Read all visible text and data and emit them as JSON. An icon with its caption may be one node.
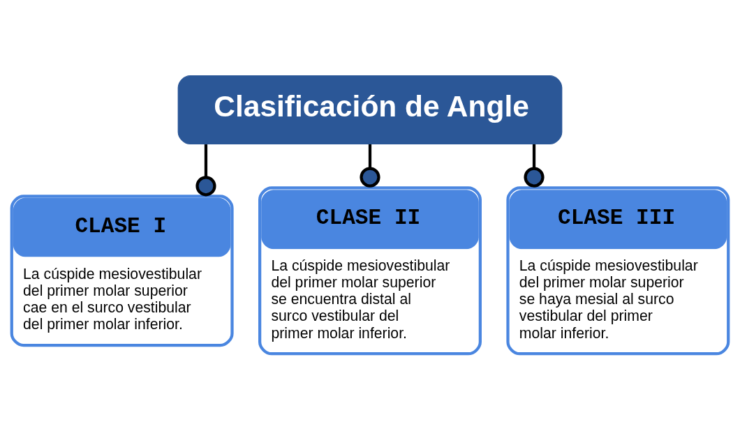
{
  "diagram": {
    "nodes": [
      {
        "text": [
          "Clasificación de Angle"
        ]
      },
      {
        "text": [
          "CLASE I",
          "La cúspide mesiovestibular del primer molar superior cae en el surco vestibular del primer molar inferior."
        ]
      },
      {
        "text": [
          "CLASE II",
          "La cúspide mesiovestibular del primer molar superior se encuentra distal al surco vestibular del primer molar inferior."
        ]
      },
      {
        "text": [
          "CLASE III",
          "La cúspide mesiovestibular del primer molar superior se haya mesial al surco vestibular del primer molar inferior."
        ]
      }
    ],
    "edges": [
      {
        "from": 0,
        "to": 1,
        "arrow": "other"
      },
      {
        "from": 0,
        "to": 2,
        "arrow": "other"
      },
      {
        "from": 0,
        "to": 3,
        "arrow": "other"
      }
    ]
  }
}
